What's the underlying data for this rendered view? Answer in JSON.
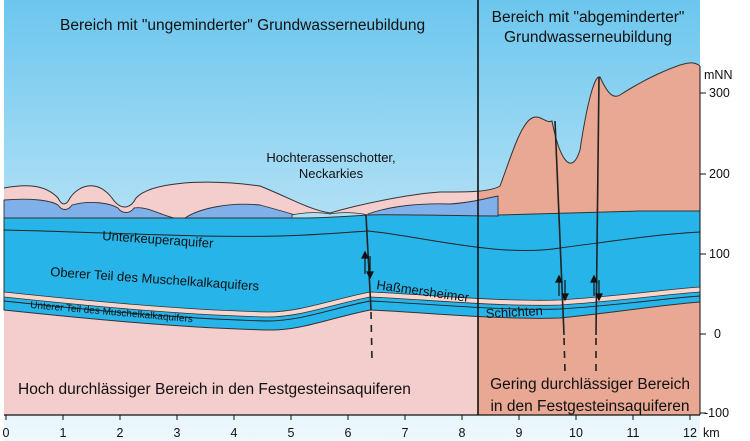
{
  "region_labels": {
    "top_left": "Bereich mit \"ungeminderter\" Grundwasserneubildung",
    "top_right_line1": "Bereich mit \"abgeminderter\"",
    "top_right_line2": "Grundwasserneubildung",
    "bottom_left": "Hoch durchlässiger Bereich in den Festgesteinsaquiferen",
    "bottom_right_line1": "Gering durchlässiger Bereich",
    "bottom_right_line2": "in den Festgesteinsaquiferen"
  },
  "layer_labels": {
    "unterkeuper": "Unterkeuperaquifer",
    "oberer_muschelkalk": "Oberer Teil des Muschelkalkaquifers",
    "unterer_muschelkalk": "Unterer Teil des Muschelkalkaquifers",
    "hassmersheimer": "Haßmersheimer",
    "schichten": "Schichten",
    "hochterrasse_line1": "Hochterassenschotter,",
    "hochterrasse_line2": "Neckarkies"
  },
  "x_axis": {
    "ticks": [
      "0",
      "1",
      "2",
      "3",
      "4",
      "5",
      "6",
      "7",
      "8",
      "9",
      "10",
      "11",
      "12"
    ],
    "unit": "km"
  },
  "y_axis": {
    "unit": "mNN",
    "ticks": [
      "300",
      "200",
      "100",
      "0",
      "-100"
    ]
  },
  "colors": {
    "sky_top": "#6cc6ee",
    "sky_bottom": "#e7f5fc",
    "light_pink": "#f4cdcd",
    "salmon": "#e8a893",
    "cyan": "#27b4e9",
    "blue_lens": "#7fb0ea",
    "band_light": "#f6d6cf"
  }
}
